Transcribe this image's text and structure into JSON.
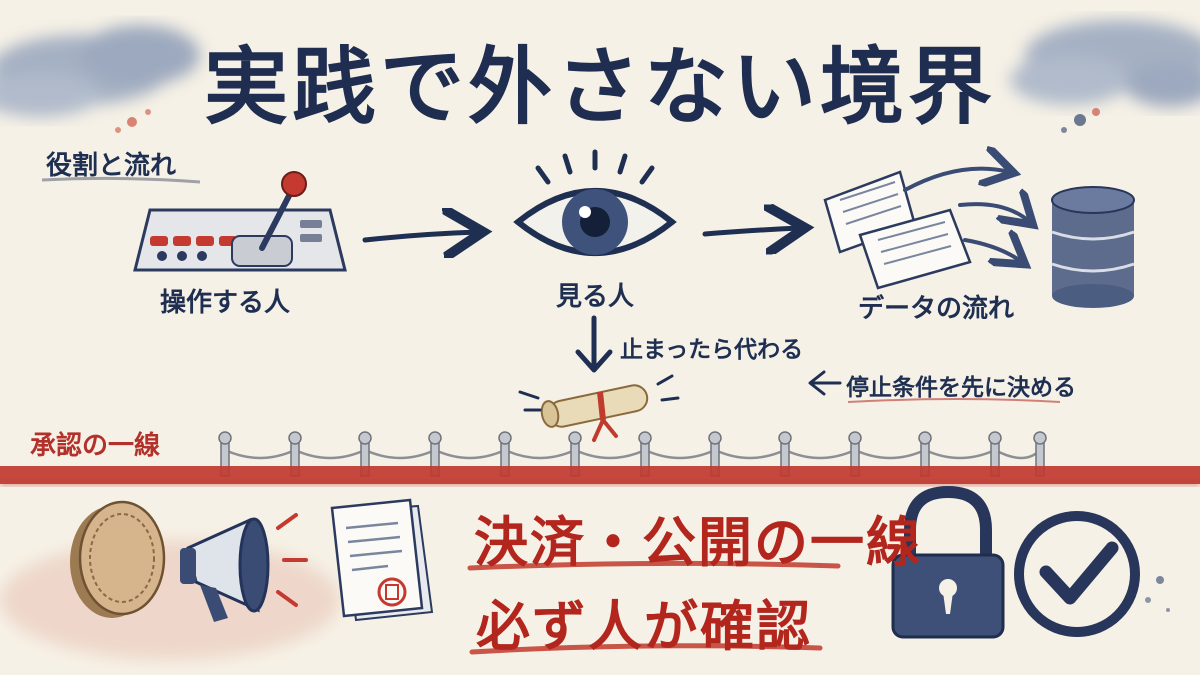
{
  "title": "実践で外さない境界",
  "roles_section": {
    "label": "役割と流れ"
  },
  "flow": {
    "operator": {
      "label": "操作する人",
      "icon": "joystick-console-icon"
    },
    "watcher": {
      "label": "見る人",
      "icon": "eye-icon"
    },
    "data_flow": {
      "label": "データの流れ",
      "icon": "database-icon"
    },
    "handoff_note": "止まったら代わる",
    "stop_note": "停止条件を先に決める"
  },
  "approval": {
    "label": "承認の一線"
  },
  "human_check": {
    "line1": "決済・公開の一線",
    "line2": "必ず人が確認",
    "icons": [
      "coin-icon",
      "megaphone-icon",
      "document-stamp-icon",
      "padlock-icon",
      "checkmark-circle-icon"
    ]
  },
  "colors": {
    "ink": "#1f2f52",
    "accent_red": "#b3261e",
    "paper": "#f6f1e6"
  }
}
